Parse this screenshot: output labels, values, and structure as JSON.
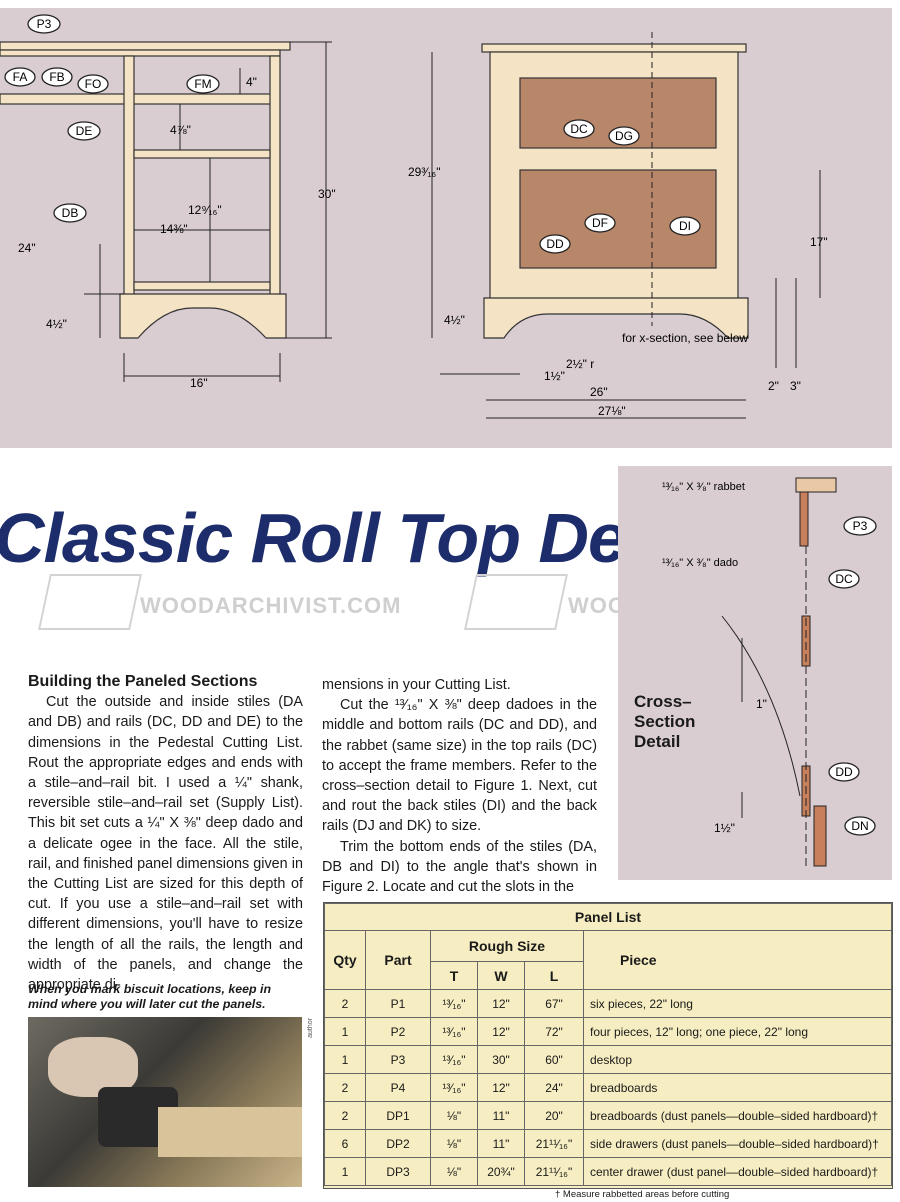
{
  "plans": {
    "left_labels": [
      "P3",
      "FA",
      "FB",
      "FO",
      "FM",
      "DE",
      "DB"
    ],
    "left_dims": [
      "4\"",
      "4⅞\"",
      "12⁹⁄₁₆\"",
      "14⅜\"",
      "24\"",
      "30\"",
      "4½\"",
      "16\""
    ],
    "right_labels": [
      "DC",
      "DG",
      "DF",
      "DI",
      "DD"
    ],
    "right_dims": [
      "29³⁄₁₆\"",
      "17\"",
      "4½\"",
      "2½\" r",
      "1½\"",
      "26\"",
      "27⅛\"",
      "2\"",
      "3\""
    ],
    "note": "for x-section, see below"
  },
  "title": "Classic Roll Top Desk",
  "watermark": "WOODARCHIVIST.COM",
  "cross_section": {
    "heading_lines": [
      "Cross–",
      "Section",
      "Detail"
    ],
    "rabbet": "¹³⁄₁₆\" X ³⁄₈\" rabbet",
    "dado": "¹³⁄₁₆\" X ³⁄₈\" dado",
    "dim_1": "1\"",
    "dim_2": "1½\"",
    "labels": [
      "P3",
      "DC",
      "DD",
      "DN"
    ]
  },
  "article": {
    "heading": "Building the Paneled Sections",
    "col1_p1": "Cut the outside and inside stiles (DA and DB) and rails (DC, DD and DE) to the dimensions in the Pedestal Cutting List. Rout the appropriate edges and ends with a stile–and–rail bit. I used a ¼\" shank, reversible stile–and–rail set (Supply List). This bit set cuts a ¼\" X ⅜\" deep dado and a delicate ogee in the face. All the stile, rail, and finished panel dimensions given in the Cutting List are sized for this depth of cut. If you use a stile–and–rail set with different dimensions, you'll have to resize the length of all the rails, the length and width of the panels, and change the appropriate di-",
    "col2_p0": "mensions in your Cutting List.",
    "col2_p1": "Cut the ¹³⁄₁₆\" X ⅜\" deep dadoes in the middle and bottom rails (DC and DD), and the rabbet (same size) in the top rails (DC) to accept the frame members. Refer to the cross–section detail to Figure 1. Next, cut and rout the back stiles (DI) and the back rails (DJ and DK) to size.",
    "col2_p2": "Trim the bottom ends of the stiles (DA, DB and DI) to the angle that's shown in Figure 2. Locate and cut the slots in the",
    "caption": "When you mark biscuit locations, keep in mind where you will later cut the panels.",
    "author": "author"
  },
  "panel_list": {
    "title": "Panel List",
    "rough_size": "Rough Size",
    "headers": [
      "Qty",
      "Part",
      "T",
      "W",
      "L",
      "Piece"
    ],
    "rows": [
      [
        "2",
        "P1",
        "¹³⁄₁₆\"",
        "12\"",
        "67\"",
        "six pieces, 22\" long"
      ],
      [
        "1",
        "P2",
        "¹³⁄₁₆\"",
        "12\"",
        "72\"",
        "four pieces, 12\" long; one piece, 22\" long"
      ],
      [
        "1",
        "P3",
        "¹³⁄₁₆\"",
        "30\"",
        "60\"",
        "desktop"
      ],
      [
        "2",
        "P4",
        "¹³⁄₁₆\"",
        "12\"",
        "24\"",
        "breadboards"
      ],
      [
        "2",
        "DP1",
        "⅛\"",
        "11\"",
        "20\"",
        "breadboards (dust panels—double–sided hardboard)†"
      ],
      [
        "6",
        "DP2",
        "⅛\"",
        "11\"",
        "21¹¹⁄₁₆\"",
        "side drawers (dust panels—double–sided hardboard)†"
      ],
      [
        "1",
        "DP3",
        "⅛\"",
        "20¾\"",
        "21¹¹⁄₁₆\"",
        "center drawer (dust panel—double–sided hardboard)†"
      ]
    ],
    "footnote": "† Measure rabbetted areas before cutting"
  }
}
